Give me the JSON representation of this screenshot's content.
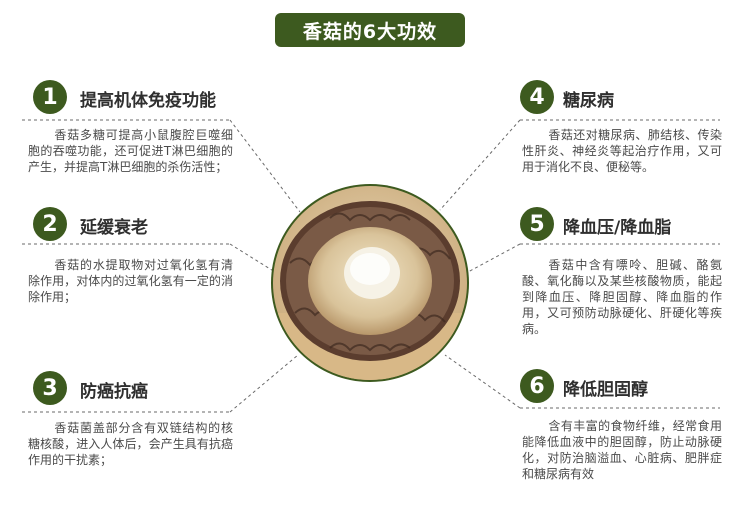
{
  "title": "香菇的6大功效",
  "items": [
    {
      "num": "1",
      "heading": "提高机体免疫功能",
      "text": "香菇多糖可提高小鼠腹腔巨噬细胞的吞噬功能，还可促进T淋巴细胞的产生，并提高T淋巴细胞的杀伤活性；"
    },
    {
      "num": "2",
      "heading": "延缓衰老",
      "text": "香菇的水提取物对过氧化氢有清除作用，对体内的过氧化氢有一定的消除作用；"
    },
    {
      "num": "3",
      "heading": "防癌抗癌",
      "text": "香菇菌盖部分含有双链结构的核糖核酸，进入人体后，会产生具有抗癌作用的干扰素；"
    },
    {
      "num": "4",
      "heading": "糖尿病",
      "text": "香菇还对糖尿病、肺结核、传染性肝炎、神经炎等起治疗作用，又可用于消化不良、便秘等。"
    },
    {
      "num": "5",
      "heading": "降血压/降血脂",
      "text": "香菇中含有嘌呤、胆碱、酪氨酸、氧化酶以及某些核酸物质，能起到降血压、降胆固醇、降血脂的作用，又可预防动脉硬化、肝硬化等疾病。"
    },
    {
      "num": "6",
      "heading": "降低胆固醇",
      "text": "含有丰富的食物纤维，经常食用能降低血液中的胆固醇，防止动脉硬化，对防治脑溢血、心脏病、肥胖症和糖尿病有效"
    }
  ],
  "colors": {
    "accent": "#3d5a1f"
  }
}
